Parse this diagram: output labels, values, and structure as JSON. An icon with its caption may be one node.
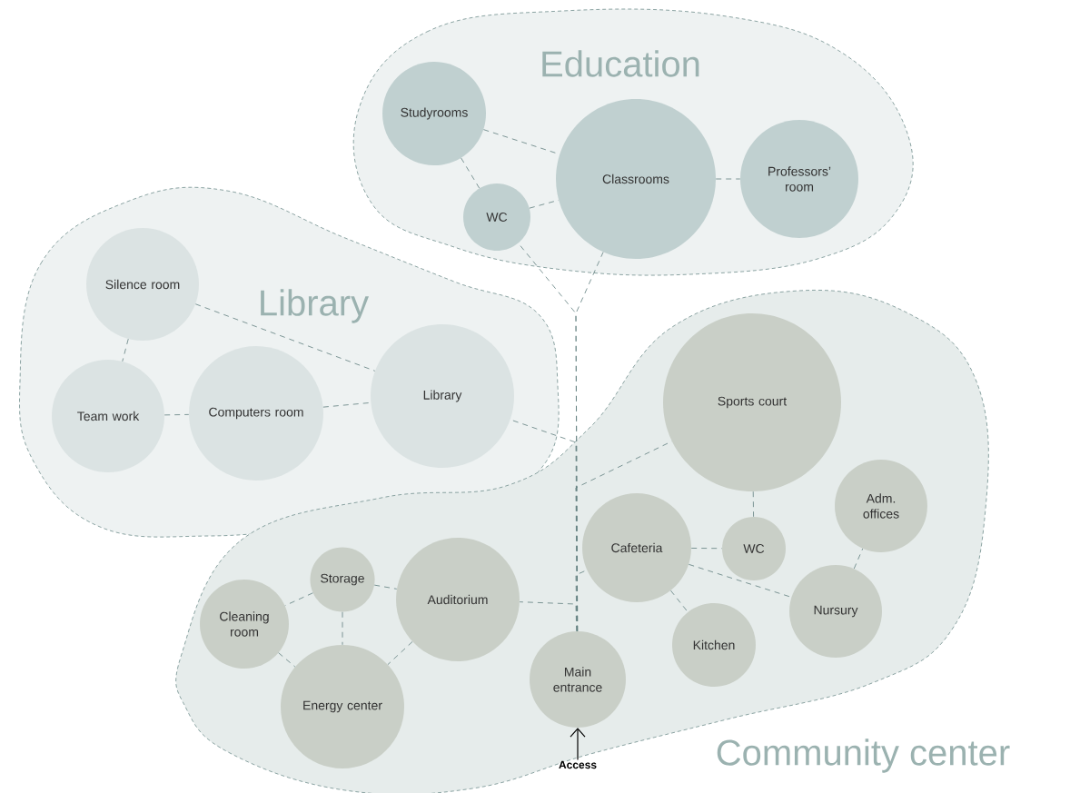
{
  "diagram": {
    "nodes": [
      {
        "text": [
          "Education"
        ]
      },
      {
        "text": [
          "Studyrooms"
        ],
        "in": 0
      },
      {
        "text": [
          "WC"
        ],
        "in": 0
      },
      {
        "text": [
          "Classrooms"
        ],
        "in": 0
      },
      {
        "text": [
          "Professors’ room"
        ],
        "in": 0
      },
      {
        "text": [
          "Library"
        ]
      },
      {
        "text": [
          "Silence room"
        ],
        "in": 5
      },
      {
        "text": [
          "Team work"
        ],
        "in": 5
      },
      {
        "text": [
          "Computers room"
        ],
        "in": 5
      },
      {
        "text": [
          "Library"
        ],
        "in": 5
      },
      {
        "text": [
          "Community center"
        ]
      },
      {
        "text": [
          "Sports court"
        ],
        "in": 10
      },
      {
        "text": [
          "Adm. offices"
        ],
        "in": 10
      },
      {
        "text": [
          "Cafeteria"
        ],
        "in": 10
      },
      {
        "text": [
          "WC"
        ],
        "in": 10
      },
      {
        "text": [
          "Storage"
        ],
        "in": 10
      },
      {
        "text": [
          "Auditorium"
        ],
        "in": 10
      },
      {
        "text": [
          "Cleaning room"
        ],
        "in": 10
      },
      {
        "text": [
          "Nursury"
        ],
        "in": 10
      },
      {
        "text": [
          "Kitchen"
        ],
        "in": 10
      },
      {
        "text": [
          "Main entrance"
        ],
        "in": 10
      },
      {
        "text": [
          "Energy center"
        ],
        "in": 10
      },
      {
        "text": [
          "Access"
        ]
      }
    ],
    "edges": [
      {
        "from": 1,
        "to": 3,
        "arrow": "none",
        "style": "dashed"
      },
      {
        "from": 1,
        "to": 2,
        "arrow": "none",
        "style": "dashed"
      },
      {
        "from": 2,
        "to": 3,
        "arrow": "none",
        "style": "dashed"
      },
      {
        "from": 3,
        "to": 4,
        "arrow": "none",
        "style": "dashed"
      },
      {
        "from": 6,
        "to": 9,
        "arrow": "none",
        "style": "dashed"
      },
      {
        "from": 6,
        "to": 7,
        "arrow": "none",
        "style": "dashed"
      },
      {
        "from": 7,
        "to": 8,
        "arrow": "none",
        "style": "dashed"
      },
      {
        "from": 8,
        "to": 9,
        "arrow": "none",
        "style": "dashed"
      },
      {
        "from": 11,
        "to": 14,
        "arrow": "none",
        "style": "dashed"
      },
      {
        "from": 13,
        "to": 14,
        "arrow": "none",
        "style": "dashed"
      },
      {
        "from": 13,
        "to": 19,
        "arrow": "none",
        "style": "dashed"
      },
      {
        "from": 13,
        "to": 18,
        "arrow": "none",
        "style": "dashed"
      },
      {
        "from": 18,
        "to": 12,
        "arrow": "none",
        "style": "dashed"
      },
      {
        "from": 15,
        "to": 16,
        "arrow": "none",
        "style": "dashed"
      },
      {
        "from": 15,
        "to": 17,
        "arrow": "none",
        "style": "dashed"
      },
      {
        "from": 15,
        "to": 21,
        "arrow": "none",
        "style": "dashed"
      },
      {
        "from": 17,
        "to": 21,
        "arrow": "none",
        "style": "dashed"
      },
      {
        "from": 16,
        "to": 21,
        "arrow": "none",
        "style": "dashed"
      },
      {
        "from": 20,
        "to": 2,
        "arrow": "none",
        "style": "dashed"
      },
      {
        "from": 20,
        "to": 3,
        "arrow": "none",
        "style": "dashed"
      },
      {
        "from": 20,
        "to": 9,
        "arrow": "none",
        "style": "dashed"
      },
      {
        "from": 20,
        "to": 11,
        "arrow": "none",
        "style": "dashed"
      },
      {
        "from": 20,
        "to": 13,
        "arrow": "none",
        "style": "dashed"
      },
      {
        "from": 20,
        "to": 16,
        "arrow": "none",
        "style": "dashed"
      },
      {
        "from": 22,
        "to": 20,
        "arrow": "to",
        "color": "#000000"
      }
    ]
  }
}
